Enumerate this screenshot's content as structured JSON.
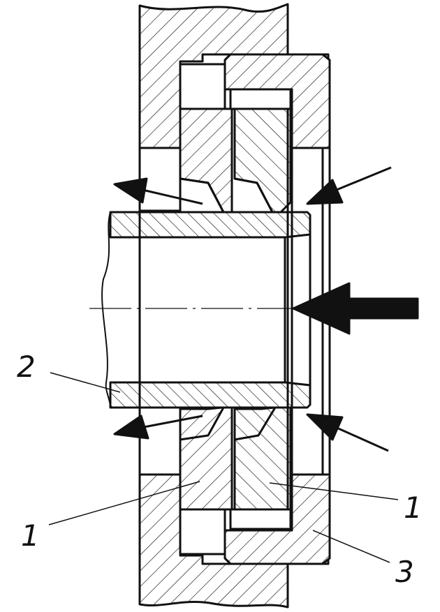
{
  "callouts": {
    "c1_left": "1",
    "c1_right": "1",
    "c2": "2",
    "c3": "3"
  },
  "colors": {
    "ink": "#111111",
    "background": "#ffffff"
  }
}
